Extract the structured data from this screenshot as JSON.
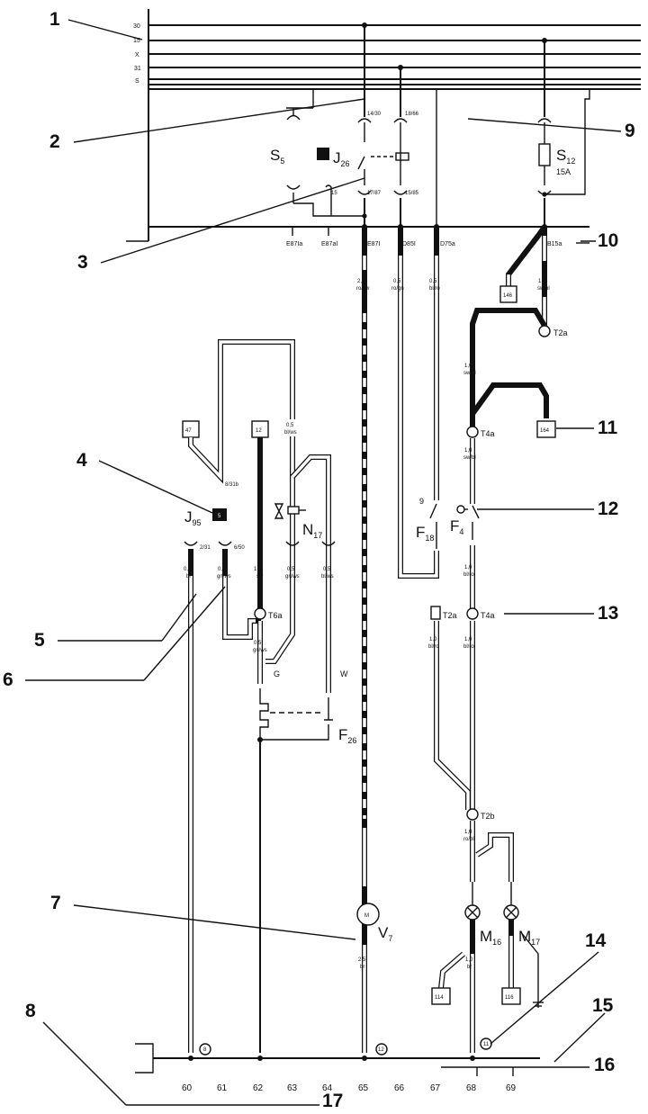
{
  "callouts": [
    "1",
    "2",
    "3",
    "4",
    "5",
    "6",
    "7",
    "8",
    "9",
    "10",
    "11",
    "12",
    "13",
    "14",
    "15",
    "16",
    "17"
  ],
  "bus_labels": [
    "30",
    "15",
    "X",
    "31",
    "S"
  ],
  "components": {
    "s5": {
      "name": "S",
      "sub": "5"
    },
    "j26": {
      "name": "J",
      "sub": "26"
    },
    "s12": {
      "name": "S",
      "sub": "12",
      "rating": "15A"
    },
    "j95": {
      "name": "J",
      "sub": "95",
      "symbol_text": "5"
    },
    "n17": {
      "name": "N",
      "sub": "17"
    },
    "f18": {
      "name": "F",
      "sub": "18",
      "pin": "9"
    },
    "f4": {
      "name": "F",
      "sub": "4"
    },
    "f26": {
      "name": "F",
      "sub": "26"
    },
    "v7": {
      "name": "V",
      "sub": "7",
      "symbol_text": "M"
    },
    "m16": {
      "name": "M",
      "sub": "16"
    },
    "m17": {
      "name": "M",
      "sub": "17"
    }
  },
  "terminals": {
    "t1430": "14/30",
    "t1866": "18/66",
    "t1787": "17/87",
    "t1585": "15/85",
    "t15": "15",
    "t831b": "8/31b",
    "t231": "2/31",
    "t650": "6/50"
  },
  "connectors_top": [
    "E87Ia",
    "E87aI",
    "E87I",
    "D85I",
    "D75a",
    "B15a"
  ],
  "connectors": {
    "t2a_top": "T2a",
    "t4a_mid": "T4a",
    "t6a": "T6a",
    "t2a_low": "T2a",
    "t4a_low": "T4a",
    "t2b": "T2b"
  },
  "wires": {
    "w65": {
      "size": "2,5",
      "color": "ro/sw"
    },
    "w66": {
      "size": "0,5",
      "color": "ro/gn"
    },
    "w67": {
      "size": "0,5",
      "color": "bl/ro"
    },
    "w68a": {
      "size": "1,0",
      "color": "sw/bl"
    },
    "w68b": {
      "size": "1,0",
      "color": "sw/bl"
    },
    "w68c": {
      "size": "1,0",
      "color": "sw/bl"
    },
    "w64a": {
      "size": "0,5",
      "color": "bl/ws"
    },
    "w60": {
      "size": "0,5",
      "color": "br"
    },
    "w61": {
      "size": "0,5",
      "color": "gn/ws"
    },
    "w62": {
      "size": "1,0",
      "color": "sw"
    },
    "w63": {
      "size": "0,5",
      "color": "gn/ws"
    },
    "w64": {
      "size": "0,5",
      "color": "bl/ws"
    },
    "w63b": {
      "size": "0,5",
      "color": "gn/ws"
    },
    "w68d": {
      "size": "1,0",
      "color": "bl/ro"
    },
    "w67b": {
      "size": "1,0",
      "color": "bl/ro"
    },
    "w68e": {
      "size": "1,0",
      "color": "bl/ro"
    },
    "w68f": {
      "size": "1,0",
      "color": "ro/bl"
    },
    "w65b": {
      "size": "2,5",
      "color": "br"
    },
    "w68g": {
      "size": "1,0",
      "color": "br"
    }
  },
  "wire_letters": {
    "g": "G",
    "w": "W"
  },
  "ref_tags": [
    "47",
    "12",
    "146",
    "164",
    "114",
    "116"
  ],
  "ground_points": [
    "8",
    "12",
    "11"
  ],
  "track_numbers": [
    "60",
    "61",
    "62",
    "63",
    "64",
    "65",
    "66",
    "67",
    "68",
    "69"
  ]
}
